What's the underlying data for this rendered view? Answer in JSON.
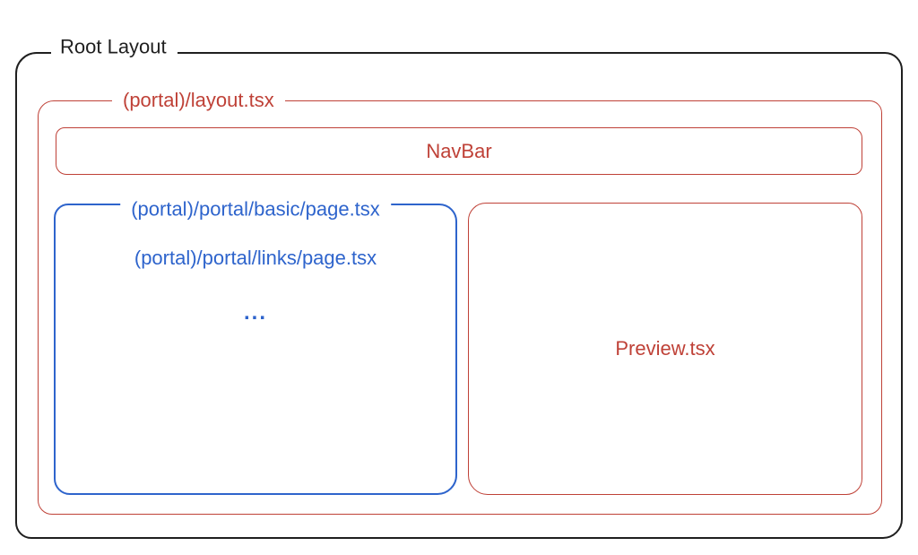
{
  "colors": {
    "outline_black": "#1f1f1f",
    "outline_red": "#bf4137",
    "outline_blue": "#2e64cc",
    "background": "#ffffff"
  },
  "diagram": {
    "root": {
      "label": "Root Layout"
    },
    "portal_layout": {
      "label": "(portal)/layout.tsx"
    },
    "navbar": {
      "label": "NavBar"
    },
    "pages": {
      "label": "(portal)/portal/basic/page.tsx",
      "items": [
        "(portal)/portal/links/page.tsx",
        "..."
      ]
    },
    "preview": {
      "label": "Preview.tsx"
    }
  }
}
